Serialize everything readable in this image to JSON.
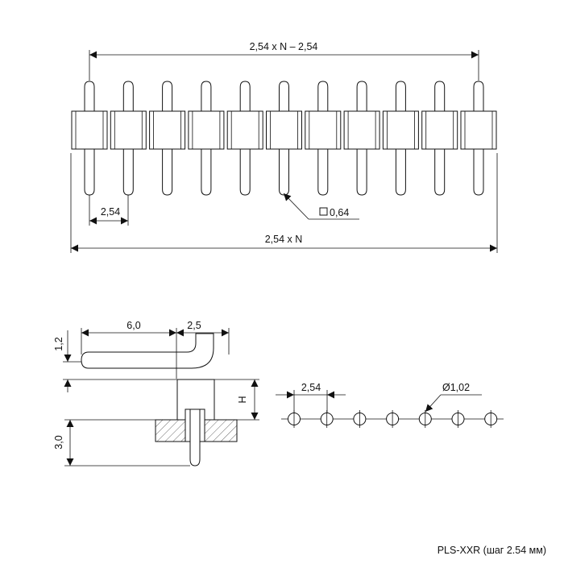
{
  "top_view": {
    "pin_count": 11,
    "dim_pitch_span": "2,54 x N – 2,54",
    "dim_pitch": "2,54",
    "dim_pin_square": "0,64",
    "dim_total": "2,54 x N"
  },
  "side_view": {
    "dim_tail_length": "6,0",
    "dim_bend_offset": "2,5",
    "dim_pin_height": "1,2",
    "dim_housing_height": "H",
    "dim_mount_length": "3,0"
  },
  "pcb_layout": {
    "hole_count": 7,
    "dim_pitch": "2,54",
    "dim_hole_diameter": "Ø1,02"
  },
  "caption": "PLS-XXR (шаг 2.54 мм)"
}
